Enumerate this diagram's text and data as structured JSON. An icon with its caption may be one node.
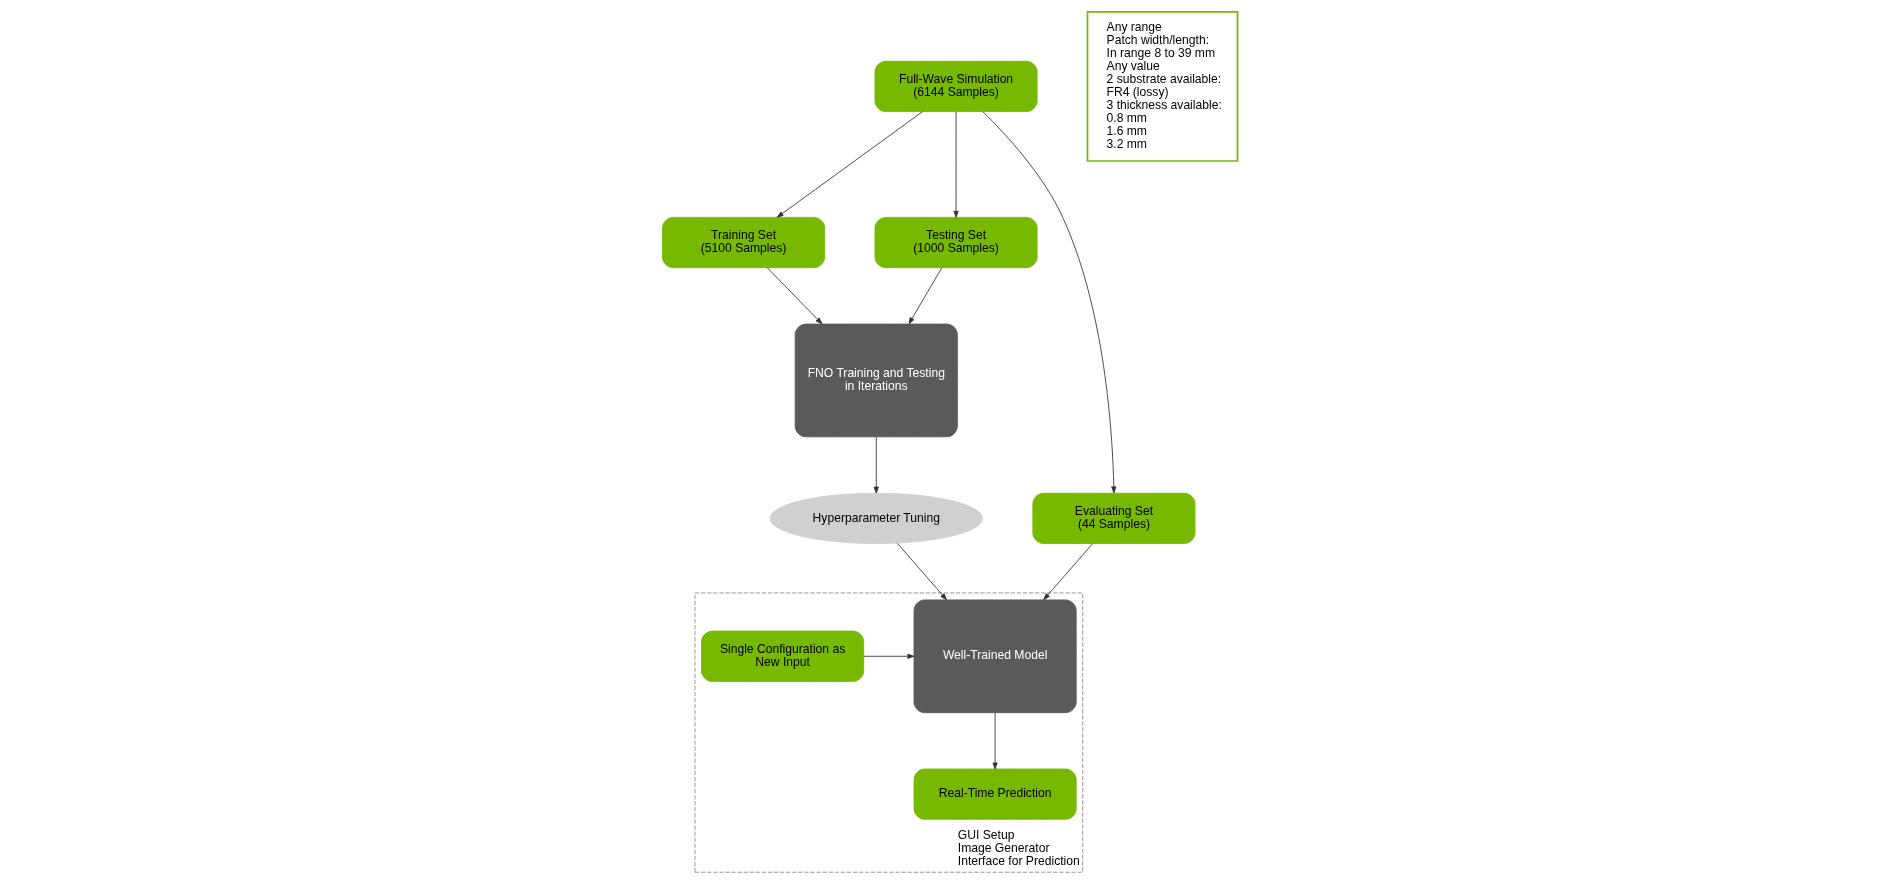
{
  "diagram": {
    "nodes": [
      {
        "text": [
          "Full-Wave Simulation (6144 Samples)"
        ]
      },
      {
        "text": [
          "Training Set (5100 Samples)"
        ]
      },
      {
        "text": [
          "Testing Set (1000 Samples)"
        ]
      },
      {
        "text": [
          "Evaluating Set (44 Samples)"
        ]
      },
      {
        "text": [
          "FNO Training and Testing in Iterations"
        ]
      },
      {
        "text": [
          "Hyperparameter Tuning"
        ]
      },
      {
        "text": [
          "GUI Setup",
          "Image Generator",
          "Interface for Prediction"
        ]
      },
      {
        "text": [
          "Well-Trained Model"
        ],
        "in": 6
      },
      {
        "text": [
          "Single Configuration as New Input"
        ],
        "in": 6
      },
      {
        "text": [
          "Real-Time Prediction"
        ],
        "in": 6
      },
      {
        "text": [
          "Any range",
          "Patch width/length:",
          "In range 8 to 39 mm",
          "Any value",
          "2 substrate available:",
          "FR4 (lossy)",
          "3 thickness available:",
          "0.8 mm",
          "1.6 mm",
          "3.2 mm"
        ]
      }
    ],
    "edges": [
      {
        "from": 0,
        "to": 1,
        "arrow": "to"
      },
      {
        "from": 0,
        "to": 2,
        "arrow": "to"
      },
      {
        "from": 0,
        "to": 3,
        "arrow": "to"
      },
      {
        "from": 1,
        "to": 4,
        "arrow": "to"
      },
      {
        "from": 2,
        "to": 4,
        "arrow": "to"
      },
      {
        "from": 3,
        "to": 7,
        "arrow": "to"
      },
      {
        "from": 4,
        "to": 5,
        "arrow": "to"
      },
      {
        "from": 5,
        "to": 7,
        "arrow": "to"
      },
      {
        "from": 8,
        "to": 7,
        "arrow": "to"
      },
      {
        "from": 7,
        "to": 9,
        "arrow": "to"
      }
    ]
  }
}
